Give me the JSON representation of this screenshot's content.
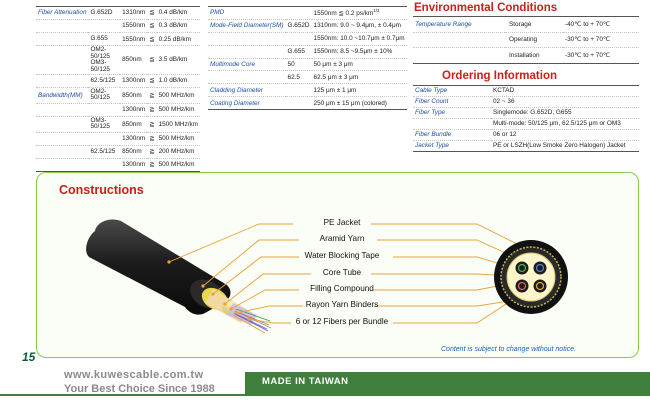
{
  "spec_left": [
    {
      "label": "Fiber Attenuation",
      "type": "G.652D",
      "wl": "1310nm",
      "op": "≦",
      "val": "0.4 dB/km"
    },
    {
      "label": "",
      "type": "",
      "wl": "1550nm",
      "op": "≦",
      "val": "0.3 dB/km"
    },
    {
      "label": "",
      "type": "G.655",
      "wl": "1550nm",
      "op": "≦",
      "val": "0.25 dB/km"
    },
    {
      "label": "",
      "type": "OM2-50/125 OM3-50/125",
      "wl": "850nm",
      "op": "≦",
      "val": "3.5 dB/km"
    },
    {
      "label": "",
      "type": "62.5/125",
      "wl": "1300nm",
      "op": "≦",
      "val": "1.0 dB/km"
    },
    {
      "label": "Bandwidth(MM)",
      "type": "OM2-50/125",
      "wl": "850nm",
      "op": "≧",
      "val": "500 MHz/km"
    },
    {
      "label": "",
      "type": "",
      "wl": "1300nm",
      "op": "≧",
      "val": "500 MHz/km"
    },
    {
      "label": "",
      "type": "OM3-50/125",
      "wl": "850nm",
      "op": "≧",
      "val": "1500 MHz/km"
    },
    {
      "label": "",
      "type": "",
      "wl": "1300nm",
      "op": "≧",
      "val": "500 MHz/km"
    },
    {
      "label": "",
      "type": "62.5/125",
      "wl": "850nm",
      "op": "≧",
      "val": "200 MHz/km"
    },
    {
      "label": "",
      "type": "",
      "wl": "1300nm",
      "op": "≧",
      "val": "500 MHz/km"
    }
  ],
  "spec_mid": [
    {
      "label": "PMD",
      "type": "",
      "val": "1550nm ≦ 0.2 ps/km",
      "sup": "1/2"
    },
    {
      "label": "Mode-Field Diameter(SM)",
      "type": "G.652D",
      "val": "1310nm: 9.0 ~ 9.4μm, ± 0.4μm",
      "sup": ""
    },
    {
      "label": "",
      "type": "",
      "val": "1550nm: 10.0 ~10.7μm ± 0.7μm",
      "sup": ""
    },
    {
      "label": "",
      "type": "G.655",
      "val": "1550nm: 8.5 ~9.5μm ± 10%",
      "sup": ""
    },
    {
      "label": "Multimode Core",
      "type": "50",
      "val": "50 μm ± 3 μm",
      "sup": ""
    },
    {
      "label": "",
      "type": "62.5",
      "val": "62.5 μm ± 3 μm",
      "sup": ""
    },
    {
      "label": "Cladding Diameter",
      "type": "",
      "val": "125 μm ± 1 μm",
      "sup": ""
    },
    {
      "label": "Coating Diameter",
      "type": "",
      "val": "250 μm ± 15 μm (colored)",
      "sup": ""
    }
  ],
  "environmental": {
    "title": "Environmental Conditions",
    "rows": [
      {
        "label": "Temperature Range",
        "cond": "Storage",
        "val": "-40℃ to + 70℃"
      },
      {
        "label": "",
        "cond": "Operating",
        "val": "-30℃ to + 70℃"
      },
      {
        "label": "",
        "cond": "Installation",
        "val": "-30℃ to + 70℃"
      }
    ]
  },
  "ordering": {
    "title": "Ordering Information",
    "rows": [
      {
        "label": "Cable Type",
        "val": "KCTAD"
      },
      {
        "label": "Fiber Count",
        "val": "02 ~ 36"
      },
      {
        "label": "Fiber Type",
        "val": "Singlemode: G.652D, G655"
      },
      {
        "label": "",
        "val": "Multi-mode: 50/125 μm, 62.5/125 μm or OM3"
      },
      {
        "label": "Fiber Bundle",
        "val": "06 or 12"
      },
      {
        "label": "Jacket Type",
        "val": "PE or LSZH(Low Smoke Zero Halogen) Jacket"
      }
    ]
  },
  "construction": {
    "title": "Constructions",
    "callouts": [
      "PE Jacket",
      "Aramid Yarn",
      "Water Blocking Tape",
      "Core Tube",
      "Filling Compound",
      "Rayon Yarn Binders",
      "6 or 12 Fibers per Bundle"
    ],
    "note": "Content is subject to change without notice."
  },
  "footer": {
    "page_number": "15",
    "url": "www.kuwescable.com.tw",
    "slogan": "Your Best Choice Since 1988",
    "made_in": "MADE IN TAIWAN"
  },
  "colors": {
    "accent_red": "#c8211b",
    "label_blue": "#1f4fa3",
    "footer_green": "#3f7f3b",
    "panel_border": "#8dc94b"
  }
}
